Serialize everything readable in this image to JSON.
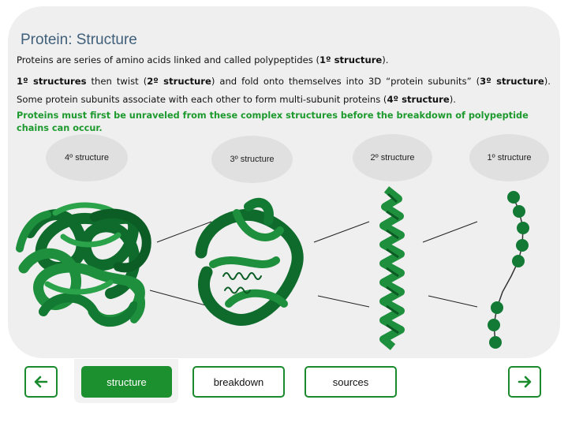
{
  "page": {
    "title": "Protein: Structure",
    "paragraph1": {
      "part1": "Proteins are series of amino acids linked and called polypeptides (",
      "bold1": "1º structure",
      "part2": ")."
    },
    "paragraph2": {
      "b1": "1º structures",
      "t1": " then twist (",
      "b2": "2º structure",
      "t2": ") and fold onto themselves into 3D “protein subunits” (",
      "b3": "3º structure",
      "t3": "). Some protein subunits associate with each other to form multi-subunit proteins (",
      "b4": "4º structure",
      "t4": ")."
    },
    "highlight": "Proteins must first be unraveled from these complex structures before the breakdown of polypeptide chains can occur."
  },
  "diagram": {
    "labels": [
      "4º structure",
      "3º structure",
      "2º structure",
      "1º structure"
    ],
    "colors": {
      "dark_green": "#0f6b2c",
      "mid_green": "#1e8f3c",
      "light_green": "#2aa34a",
      "panel_bg": "#efefef",
      "bubble": "#e0e0e0"
    }
  },
  "nav": {
    "tabs": [
      "structure",
      "breakdown",
      "sources"
    ],
    "active_tab": "structure",
    "prev_icon": "arrow-left-icon",
    "next_icon": "arrow-right-icon",
    "accent": "#1c8f2e"
  }
}
